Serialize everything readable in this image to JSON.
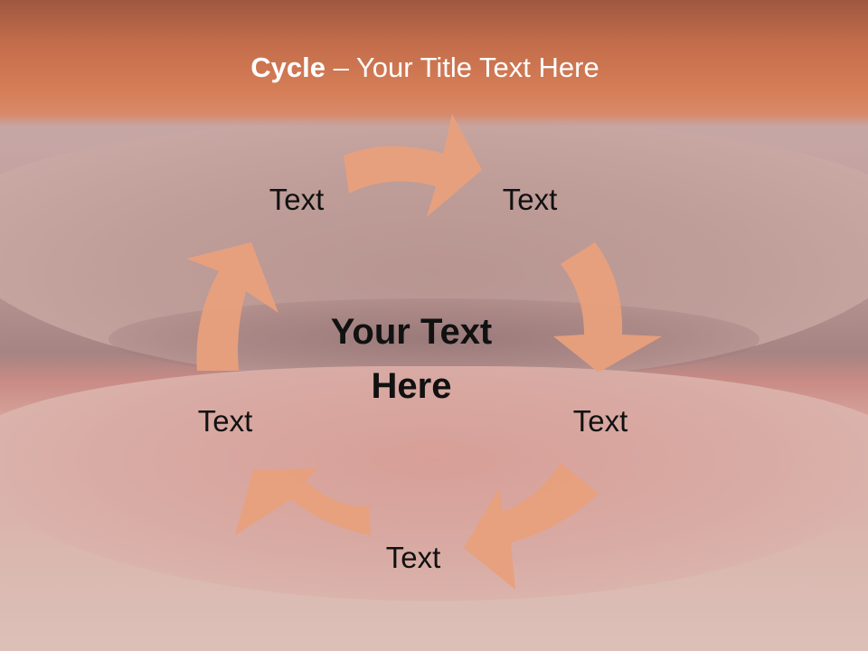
{
  "title": {
    "bold": "Cycle",
    "separator": " – ",
    "rest": "Your Title Text Here"
  },
  "center": {
    "line1": "Your Text",
    "line2": "Here"
  },
  "nodes": [
    {
      "label": "Text"
    },
    {
      "label": "Text"
    },
    {
      "label": "Text"
    },
    {
      "label": "Text"
    },
    {
      "label": "Text"
    }
  ],
  "colors": {
    "header": "#d57d56",
    "arrow": "#e8a07c",
    "text": "#111111",
    "title_text": "#ffffff"
  },
  "icons": [
    "cycle-arrow-icon"
  ]
}
